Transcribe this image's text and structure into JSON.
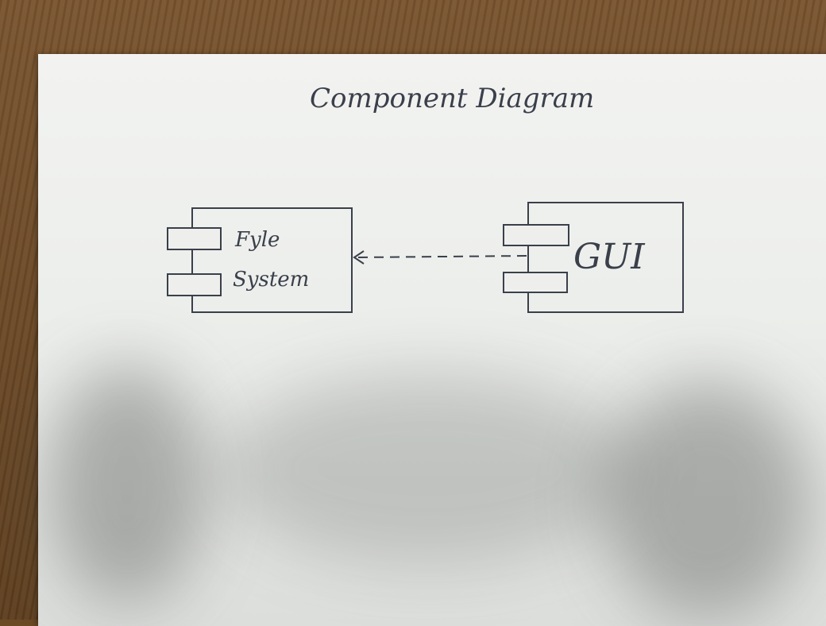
{
  "diagram": {
    "title": "Component Diagram",
    "components": [
      {
        "label_lines": [
          "Fyle",
          "System"
        ]
      },
      {
        "label_lines": [
          "GUI"
        ]
      }
    ],
    "connector": {
      "style": "dashed",
      "arrow": "open"
    }
  },
  "colors": {
    "ink": "#3a3f4a",
    "paper": "#eeefed",
    "table": "#6b4a26"
  }
}
